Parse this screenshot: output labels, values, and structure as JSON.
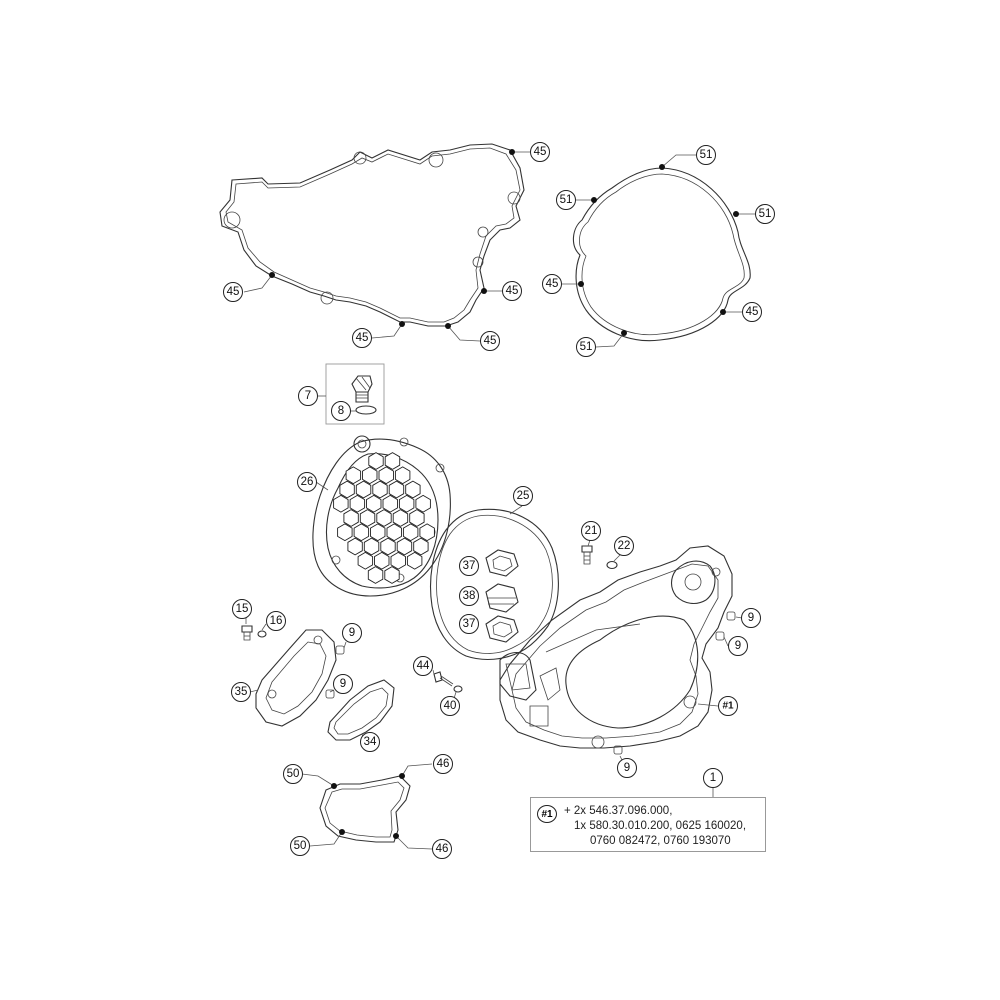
{
  "callouts": [
    {
      "label": "45"
    },
    {
      "label": "45"
    },
    {
      "label": "45"
    },
    {
      "label": "45"
    },
    {
      "label": "45"
    },
    {
      "label": "51"
    },
    {
      "label": "51"
    },
    {
      "label": "51"
    },
    {
      "label": "45"
    },
    {
      "label": "45"
    },
    {
      "label": "51"
    },
    {
      "label": "7"
    },
    {
      "label": "8"
    },
    {
      "label": "26"
    },
    {
      "label": "25"
    },
    {
      "label": "21"
    },
    {
      "label": "22"
    },
    {
      "label": "37"
    },
    {
      "label": "38"
    },
    {
      "label": "37"
    },
    {
      "label": "9"
    },
    {
      "label": "9"
    },
    {
      "label": "15"
    },
    {
      "label": "16"
    },
    {
      "label": "9"
    },
    {
      "label": "35"
    },
    {
      "label": "9"
    },
    {
      "label": "34"
    },
    {
      "label": "44"
    },
    {
      "label": "40"
    },
    {
      "label": "#1"
    },
    {
      "label": "9"
    },
    {
      "label": "1"
    },
    {
      "label": "50"
    },
    {
      "label": "46"
    },
    {
      "label": "50"
    },
    {
      "label": "46"
    }
  ],
  "note": {
    "ref": "#1",
    "lines": [
      "+ 2x 546.37.096.000,",
      "1x 580.30.010.200, 0625 160020,",
      "0760 082472, 0760 193070"
    ]
  }
}
